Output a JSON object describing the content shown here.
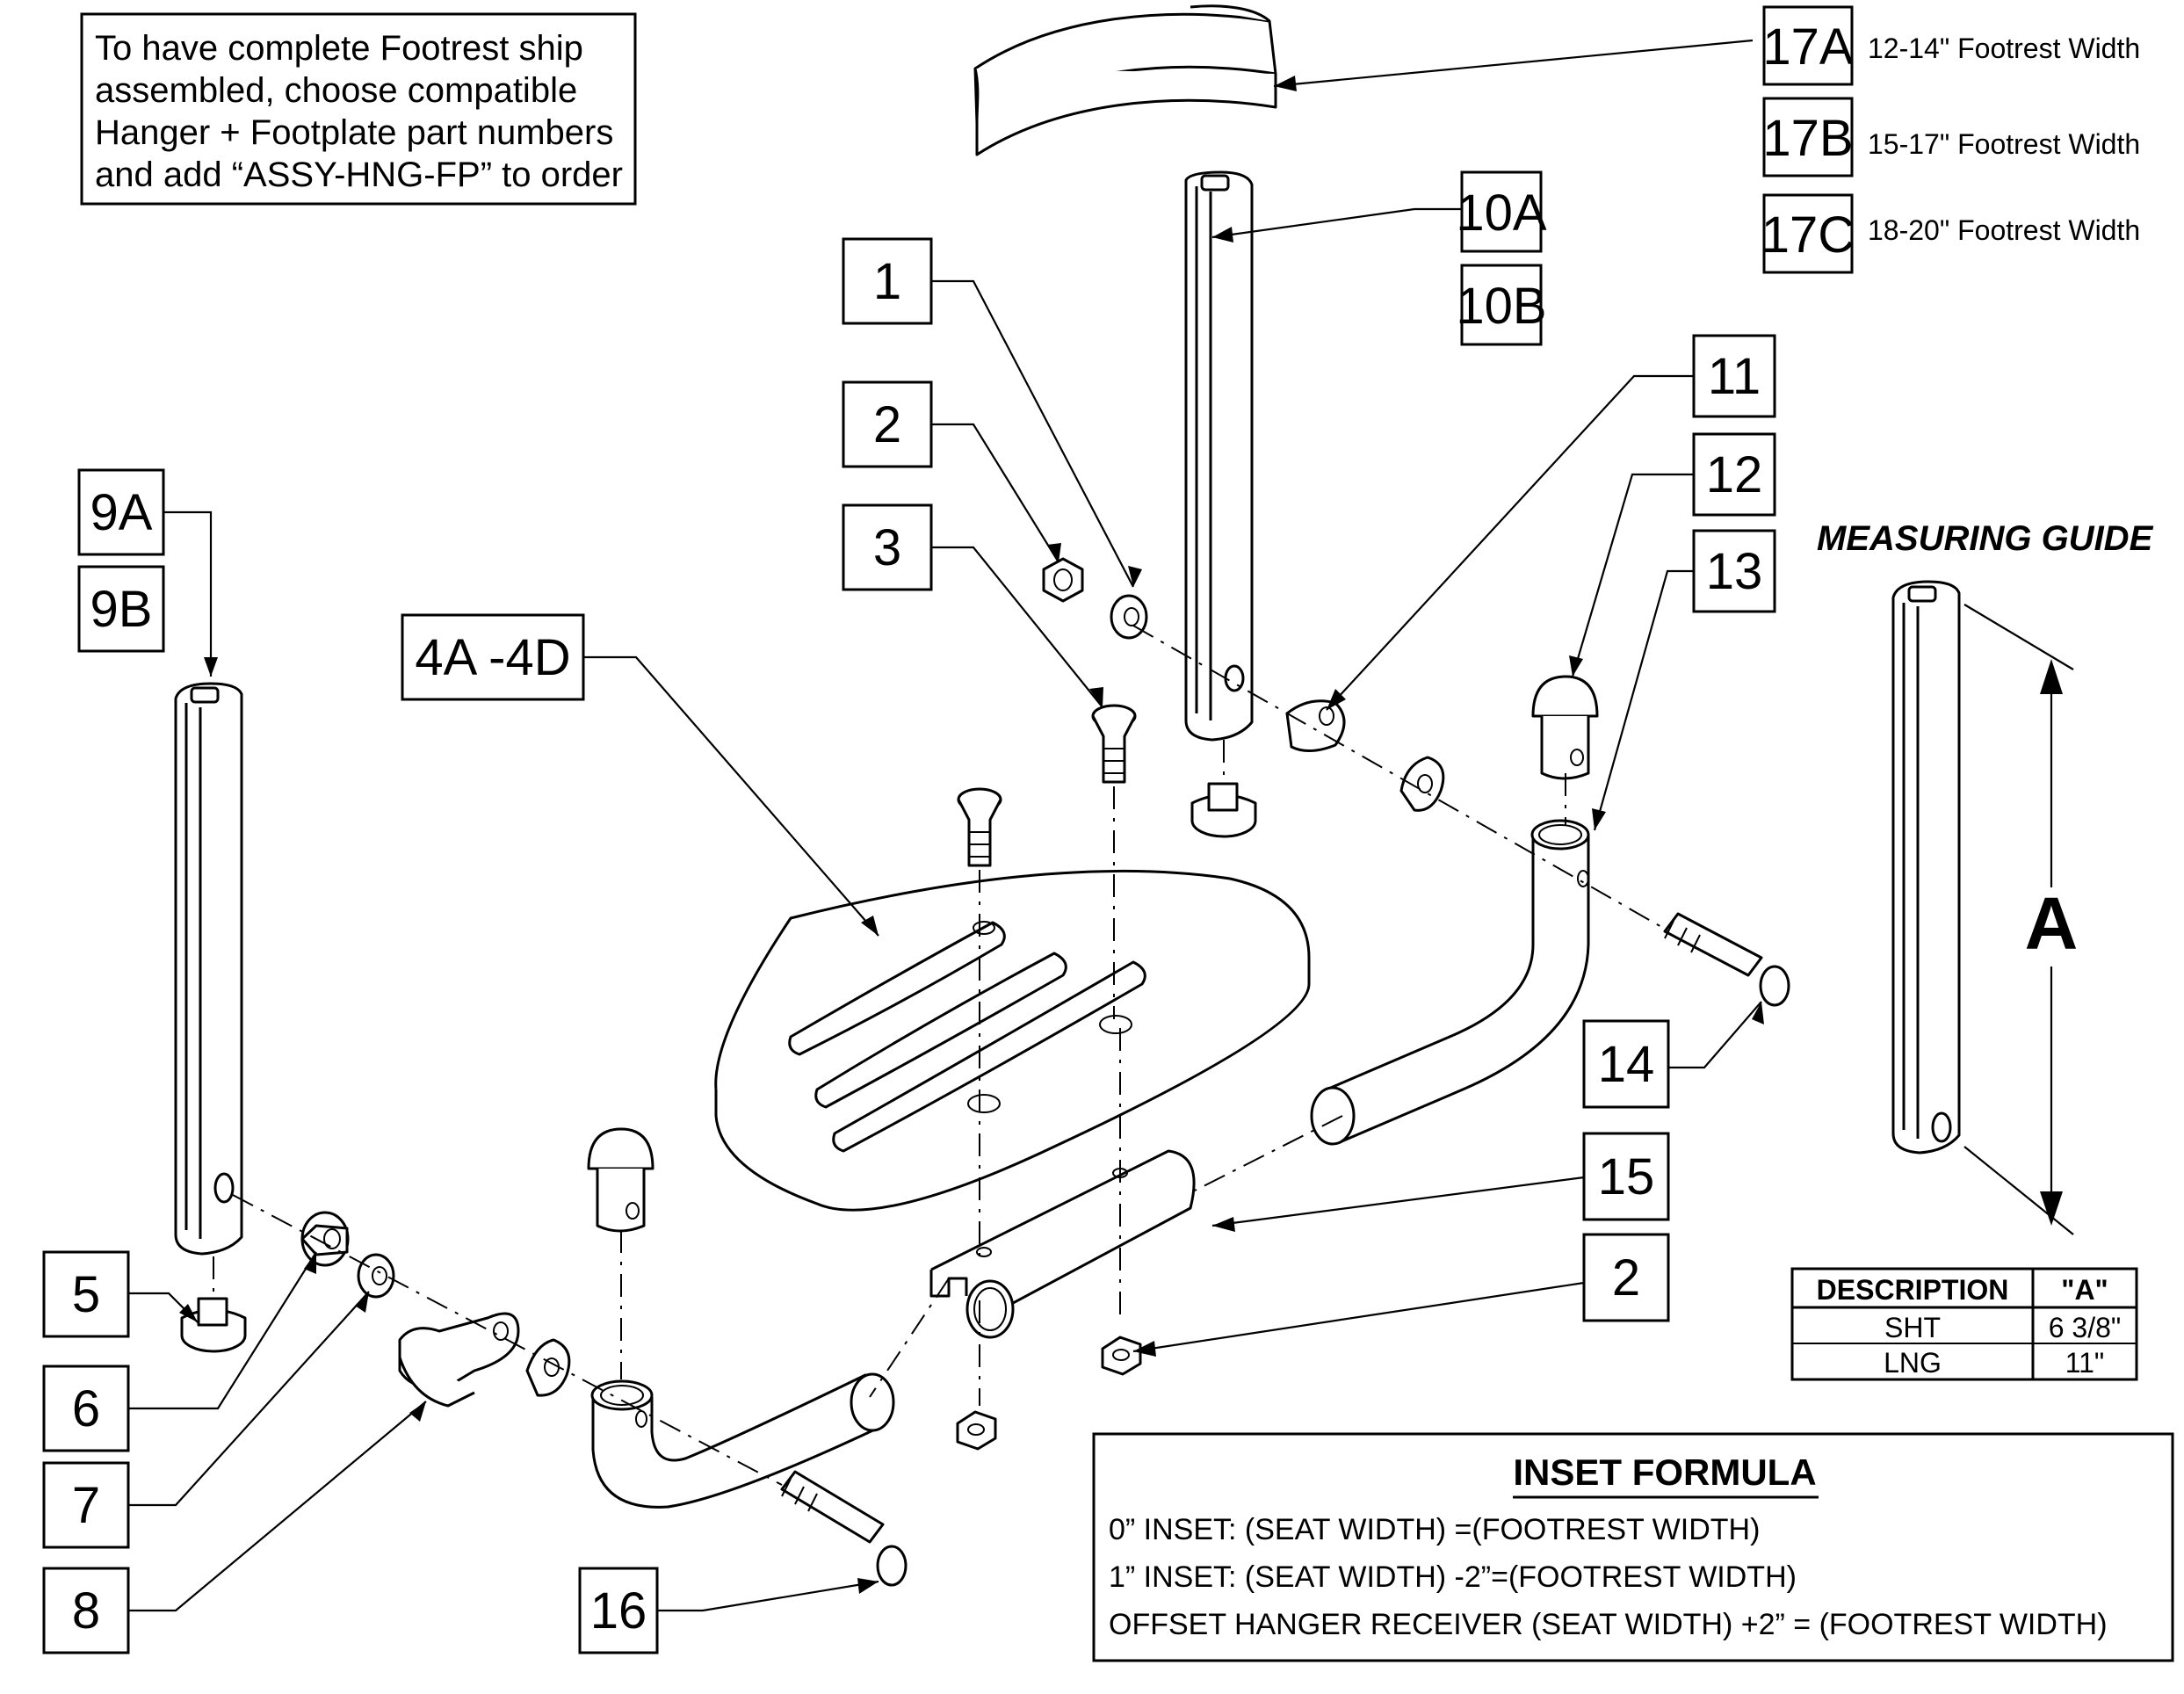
{
  "note": {
    "lines": [
      "To have complete Footrest ship",
      "assembled, choose compatible",
      "Hanger + Footplate part numbers",
      "and add “ASSY-HNG-FP” to order"
    ]
  },
  "callouts": {
    "c1": "1",
    "c2a": "2",
    "c2b": "2",
    "c3": "3",
    "c4": "4A -4D",
    "c5": "5",
    "c6": "6",
    "c7": "7",
    "c8": "8",
    "c9a": "9A",
    "c9b": "9B",
    "c10a": "10A",
    "c10b": "10B",
    "c11": "11",
    "c12": "12",
    "c13": "13",
    "c14": "14",
    "c15": "15",
    "c16": "16",
    "c17a": "17A",
    "c17b": "17B",
    "c17c": "17C"
  },
  "variants": {
    "v17a": "12-14\" Footrest Width",
    "v17b": "15-17\" Footrest Width",
    "v17c": "18-20\" Footrest Width"
  },
  "measuring_guide": {
    "title": "MEASURING GUIDE",
    "dimension": "A",
    "table": {
      "headers": [
        "DESCRIPTION",
        "\"A\""
      ],
      "rows": [
        [
          "SHT",
          "6 3/8\""
        ],
        [
          "LNG",
          "11\""
        ]
      ]
    }
  },
  "inset_formula": {
    "title": "INSET FORMULA",
    "lines": [
      "0” INSET: (SEAT WIDTH) =(FOOTREST WIDTH)",
      "1” INSET: (SEAT WIDTH) -2”=(FOOTREST WIDTH)",
      "OFFSET HANGER RECEIVER (SEAT WIDTH) +2” = (FOOTREST WIDTH)"
    ]
  }
}
